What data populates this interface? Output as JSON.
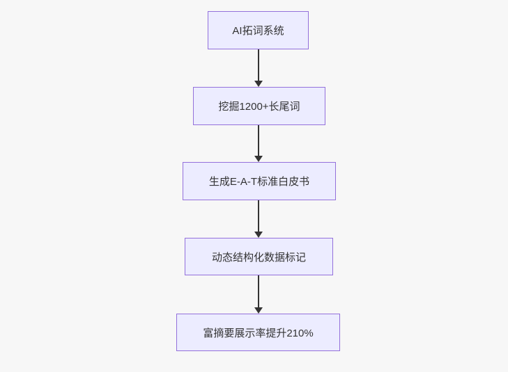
{
  "diagram": {
    "type": "flowchart",
    "direction": "top-down",
    "background_color": "#f7f7f7",
    "node_fill_color": "#ececff",
    "node_border_color": "#9370db",
    "node_text_color": "#333333",
    "arrow_color": "#333333",
    "nodes": [
      {
        "label": "AI拓词系统"
      },
      {
        "label": "挖掘1200+长尾词"
      },
      {
        "label": "生成E-A-T标准白皮书"
      },
      {
        "label": "动态结构化数据标记"
      },
      {
        "label": "富摘要展示率提升210%"
      }
    ],
    "edges": [
      {
        "from": "AI拓词系统",
        "to": "挖掘1200+长尾词"
      },
      {
        "from": "挖掘1200+长尾词",
        "to": "生成E-A-T标准白皮书"
      },
      {
        "from": "生成E-A-T标准白皮书",
        "to": "动态结构化数据标记"
      },
      {
        "from": "动态结构化数据标记",
        "to": "富摘要展示率提升210%"
      }
    ]
  }
}
